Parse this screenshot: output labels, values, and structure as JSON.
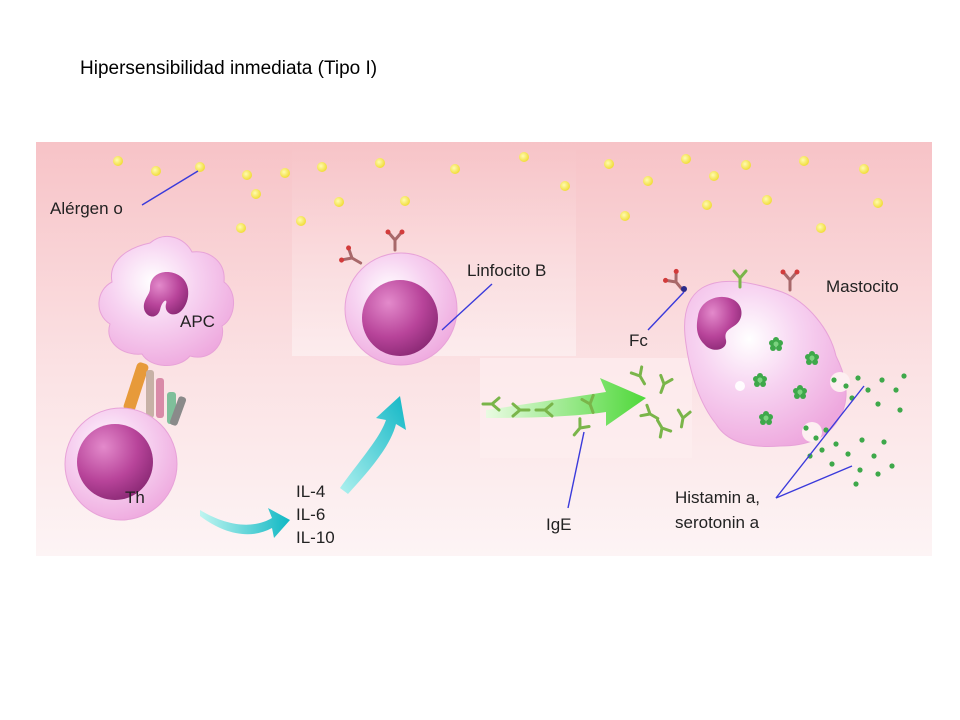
{
  "slide": {
    "title": "Hipersensibilidad inmediata (Tipo I)"
  },
  "diagram": {
    "labels": {
      "allergen": "Alérgen o",
      "apc": "APC",
      "th": "Th",
      "il4": "IL-4",
      "il6": "IL-6",
      "il10": "IL-10",
      "lymphocyte_b": "Linfocito B",
      "fc": "Fc",
      "ige": "IgE",
      "mast_cell": "Mastocito",
      "mediators_1": "Histamin a,",
      "mediators_2": "serotonin a"
    },
    "colors": {
      "background_top": "#f7c6c9",
      "background_bottom": "#fdf3f4",
      "cell_membrane": "#f2b6e6",
      "nucleus": "#b8449a",
      "allergen": "#f4e44a",
      "arrow_cyan": "#1cc8c8",
      "arrow_green": "#5fe04a",
      "pointer_line": "#3a3adb",
      "granule": "#3ea84a"
    }
  }
}
